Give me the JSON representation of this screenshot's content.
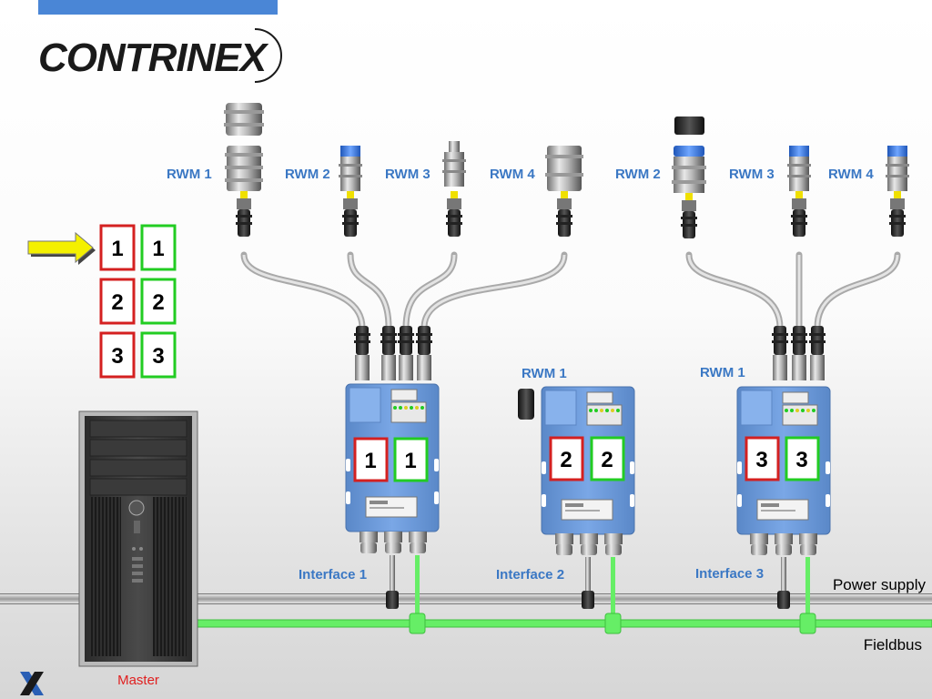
{
  "brand": {
    "logo_text": "CONTRINEX"
  },
  "legend": {
    "rows": [
      {
        "red": "1",
        "green": "1"
      },
      {
        "red": "2",
        "green": "2"
      },
      {
        "red": "3",
        "green": "3"
      }
    ]
  },
  "interfaces": [
    {
      "label": "Interface 1",
      "red": "1",
      "green": "1",
      "rwm": [
        "RWM 1",
        "RWM 2",
        "RWM 3",
        "RWM 4"
      ]
    },
    {
      "label": "Interface 2",
      "red": "2",
      "green": "2",
      "rwm": [
        "RWM 1"
      ]
    },
    {
      "label": "Interface 3",
      "red": "3",
      "green": "3",
      "rwm": [
        "RWM 1",
        "RWM 2",
        "RWM 3",
        "RWM 4"
      ]
    }
  ],
  "lines": {
    "power": "Power supply",
    "fieldbus": "Fieldbus"
  },
  "master": {
    "label": "Master"
  },
  "colors": {
    "accent_bar": "#4a86d6",
    "label_blue": "#3b78c4",
    "red_box": "#d42020",
    "green_box": "#22cc22",
    "fieldbus": "#66ee66",
    "arrow": "#f4f000",
    "interface_body": "#6d9bdc"
  }
}
